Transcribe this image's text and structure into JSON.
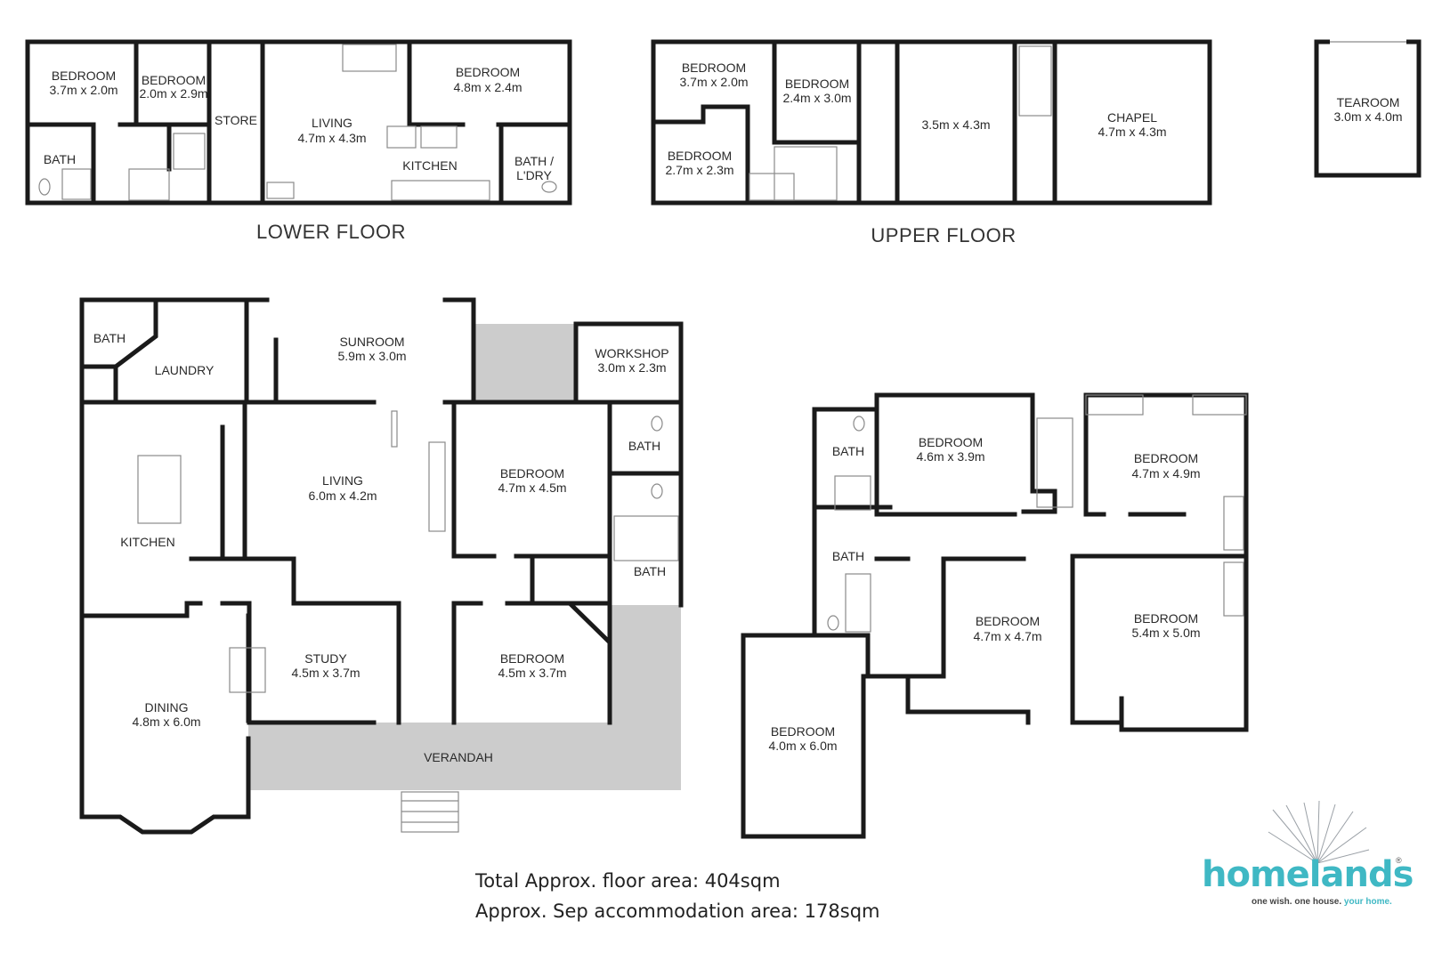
{
  "lower_floor": {
    "title": "LOWER FLOOR",
    "rooms": [
      {
        "name": "BEDROOM",
        "size": "3.7m x 2.0m"
      },
      {
        "name": "BEDROOM",
        "size": "2.0m x 2.9m"
      },
      {
        "name": "STORE",
        "size": ""
      },
      {
        "name": "LIVING",
        "size": "4.7m x 4.3m"
      },
      {
        "name": "BEDROOM",
        "size": "4.8m x 2.4m"
      },
      {
        "name": "BATH",
        "size": ""
      },
      {
        "name": "KITCHEN",
        "size": ""
      },
      {
        "name": "BATH /",
        "size": "L'DRY"
      }
    ]
  },
  "upper_floor": {
    "title": "UPPER FLOOR",
    "rooms": [
      {
        "name": "BEDROOM",
        "size": "3.7m x 2.0m"
      },
      {
        "name": "BEDROOM",
        "size": "2.4m x 3.0m"
      },
      {
        "name": "BEDROOM",
        "size": "2.7m x 2.3m"
      },
      {
        "name": "",
        "size": "3.5m x 4.3m"
      },
      {
        "name": "CHAPEL",
        "size": "4.7m x 4.3m"
      }
    ]
  },
  "tearoom": {
    "name": "TEAROOM",
    "size": "3.0m x 4.0m"
  },
  "main_ground": {
    "rooms": [
      {
        "name": "BATH",
        "size": ""
      },
      {
        "name": "LAUNDRY",
        "size": ""
      },
      {
        "name": "SUNROOM",
        "size": "5.9m x 3.0m"
      },
      {
        "name": "WORKSHOP",
        "size": "3.0m x 2.3m"
      },
      {
        "name": "KITCHEN",
        "size": ""
      },
      {
        "name": "LIVING",
        "size": "6.0m x 4.2m"
      },
      {
        "name": "BEDROOM",
        "size": "4.7m x 4.5m"
      },
      {
        "name": "BATH",
        "size": ""
      },
      {
        "name": "BATH",
        "size": ""
      },
      {
        "name": "STUDY",
        "size": "4.5m x 3.7m"
      },
      {
        "name": "BEDROOM",
        "size": "4.5m x 3.7m"
      },
      {
        "name": "DINING",
        "size": "4.8m x 6.0m"
      },
      {
        "name": "VERANDAH",
        "size": ""
      }
    ]
  },
  "main_upper": {
    "rooms": [
      {
        "name": "BATH",
        "size": ""
      },
      {
        "name": "BEDROOM",
        "size": "4.6m x 3.9m"
      },
      {
        "name": "BEDROOM",
        "size": "4.7m x 4.9m"
      },
      {
        "name": "BATH",
        "size": ""
      },
      {
        "name": "BEDROOM",
        "size": "4.7m x 4.7m"
      },
      {
        "name": "BEDROOM",
        "size": "5.4m x 5.0m"
      },
      {
        "name": "BEDROOM",
        "size": "4.0m x 6.0m"
      }
    ]
  },
  "areas": {
    "total": "Total Approx. floor area: 404sqm",
    "sep": "Approx. Sep accommodation area: 178sqm"
  },
  "logo": {
    "word_start": "home",
    "word_end": "lands",
    "registered": "®",
    "tagline_start": "one wish. one house. ",
    "tagline_end": "your home.",
    "brand_color": "#3fb8c4"
  },
  "colors": {
    "wall": "#1a1a1a",
    "verandah_fill": "#cccccc"
  }
}
